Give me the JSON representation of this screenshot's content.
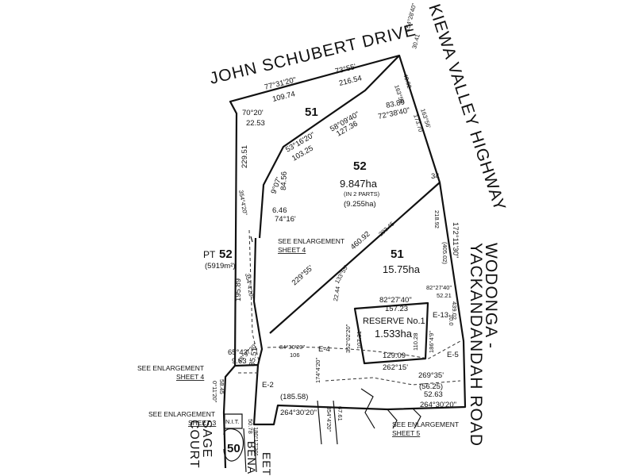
{
  "roads": {
    "john_schubert": "JOHN SCHUBERT DRIVE",
    "kiewa": "KIEWA VALLEY HIGHWAY",
    "wodonga_1": "WODONGA -",
    "wodonga_2": "YACKANDANDAH ROAD",
    "sage_1": "SAGE",
    "sage_2": "COURT",
    "bena_1": "BENA",
    "bena_2": "EET"
  },
  "lots": {
    "lot51_north": "51",
    "lot52": "52",
    "lot52_area": "9.847ha",
    "lot52_parts": "(IN 2 PARTS)",
    "lot52_sub": "(9.255ha)",
    "lot51_south": "51",
    "lot51_area": "15.75ha",
    "pt52_prefix": "PT",
    "pt52_num": "52",
    "pt52_area": "(5919m²)",
    "reserve": "RESERVE No.1",
    "reserve_area": "1.533ha",
    "lot50": "50",
    "nit": "N.I.T."
  },
  "enlargements": {
    "center_1": "SEE ENLARGEMENT",
    "center_2": "SHEET 4",
    "left4_1": "SEE ENLARGEMENT",
    "left4_2": "SHEET 4",
    "left3_1": "SEE ENLARGEMENT",
    "left3_2": "SHEET 3",
    "right5_1": "SEE ENLARGEMENT",
    "right5_2": "SHEET 5"
  },
  "easements": {
    "e2": "E-2",
    "e4": "E-4",
    "e5": "E-5",
    "e13": "E-13"
  },
  "dimensions": {
    "b_77_31_20": "77°31'20\"",
    "d_109_74": "109.74",
    "b_73_55": "73°55'",
    "d_216_54": "216.54",
    "b_154_28_40": "154°28'40\"",
    "d_30_41": "30.41",
    "b_163_56_a": "163°56'",
    "d_40_92": "40.92",
    "b_163_56_b": "163°56'",
    "d_173_70": "173.70",
    "b_70_20": "70°20'",
    "d_22_53": "22.53",
    "d_229_51": "229.51",
    "b_58_09_40": "58°09'40\"",
    "d_127_36": "127.36",
    "d_83_89": "83.89",
    "b_72_38_40": "72°38'40\"",
    "b_53_16_20": "53°16'20\"",
    "d_103_25": "103.25",
    "b_9_07": "9°07'",
    "d_84_56": "84.56",
    "d_34": "34",
    "b_354_4_20": "354°4'20\"",
    "d_6_46": "6.46",
    "b_74_16": "74°16'",
    "d_218_92": "218.92",
    "b_172_11_30": "172°11'30\"",
    "d_405_02": "(405.02)",
    "d_460_92": "460.92",
    "d_293_45": "293.45",
    "b_229_55": "229°55'",
    "b_354_4_20_b": "354°4'20\"",
    "d_195_89": "195.89",
    "b_133_55": "133°55'",
    "d_22_44": "22.44",
    "b_82_27_40_a": "82°27'40\"",
    "d_52_21": "52.21",
    "b_82_27_40_b": "82°27'40\"",
    "d_157_23": "157.23",
    "d_10_0": "10.0",
    "d_439_02": "439.02",
    "b_352_02_20": "352°02'20\"",
    "d_107_31": "107.31",
    "d_110_28": "110.28",
    "b_186_4_9": "186°4'9\"",
    "d_129_09": "129.09",
    "b_262_15": "262°15'",
    "b_84_30_20": "84°30'20\"",
    "d_106": "106",
    "b_174_4_20": "174°4'20\"",
    "b_65_43": "65°43'",
    "d_9_63": "9.63",
    "b_43_37_20": "43°37'20\"",
    "d_85_51": "85.51",
    "b_269_35": "269°35'",
    "d_56_25": "(56.25)",
    "d_58_45": "58.45",
    "b_0_11_20": "0°11'20\"",
    "d_185_58": "(185.58)",
    "b_264_30_20_a": "264°30'20\"",
    "d_52_63": "52.63",
    "b_264_30_20_b": "264°30'20\"",
    "d_50_78": "50.78",
    "b_180_17_20": "180°17'20\"",
    "d_67_61": "67.61",
    "b_354_4_20_c": "354°4'20\""
  }
}
